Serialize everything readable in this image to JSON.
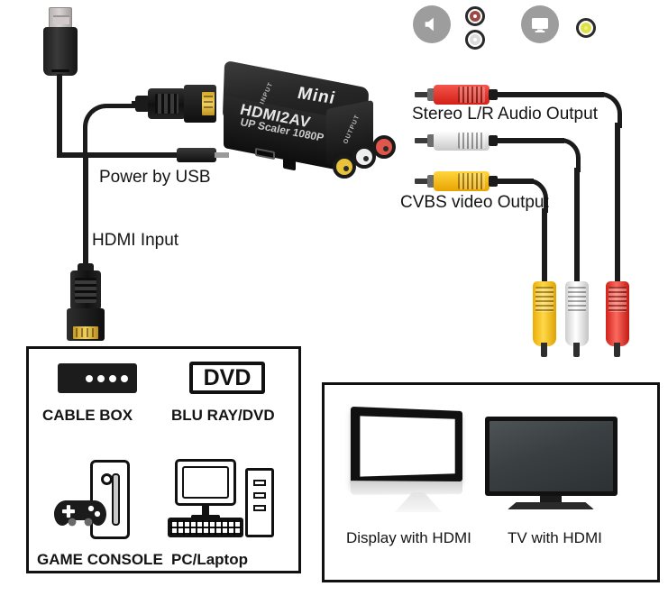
{
  "device": {
    "brand_top": "Mini",
    "model_line1": "HDMI2AV",
    "model_line2": "UP Scaler 1080P",
    "input_port_label": "INPUT",
    "output_port_label": "OUTPUT"
  },
  "status_icons": [
    {
      "name": "speaker-icon",
      "label": "speaker",
      "color": "#9d9d9d"
    },
    {
      "name": "rca-red-icon",
      "label": "red audio jack",
      "color": "#8d3b36"
    },
    {
      "name": "rca-white-icon",
      "label": "white audio jack",
      "color": "#d9d9d9"
    },
    {
      "name": "monitor-icon",
      "label": "monitor",
      "color": "#9d9d9d"
    },
    {
      "name": "rca-yellow-icon",
      "label": "yellow video jack",
      "color": "#dbe14a"
    }
  ],
  "left_labels": {
    "power": "Power by USB",
    "hdmi_input": "HDMI Input"
  },
  "right_labels": {
    "audio": "Stereo L/R Audio Output",
    "video": "CVBS video Output"
  },
  "sources_panel": {
    "items": [
      {
        "icon": "cable-box-icon",
        "label": "CABLE BOX"
      },
      {
        "icon": "dvd-icon",
        "badge": "DVD",
        "label": "BLU RAY/DVD"
      },
      {
        "icon": "game-console-icon",
        "label": "GAME CONSOLE"
      },
      {
        "icon": "pc-icon",
        "label": "PC/Laptop"
      }
    ]
  },
  "displays_panel": {
    "items": [
      {
        "icon": "desktop-display-icon",
        "label": "Display with HDMI"
      },
      {
        "icon": "television-icon",
        "label": "TV with HDMI"
      }
    ]
  },
  "cable_colors": {
    "red": "#e2312a",
    "white": "#e9e9e9",
    "yellow": "#f4bf14",
    "wire": "#1b1b1b"
  }
}
